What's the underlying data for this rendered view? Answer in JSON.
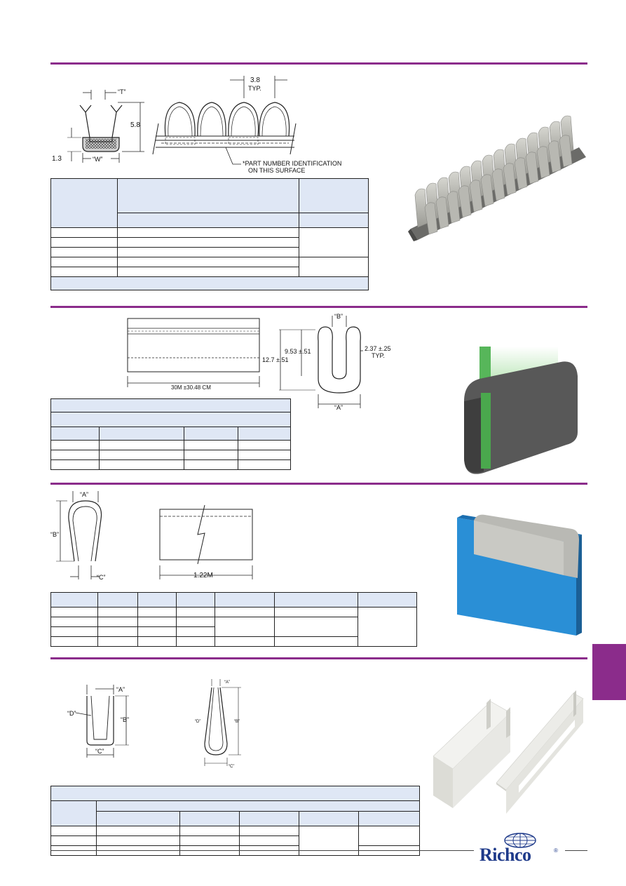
{
  "section1": {
    "dims": {
      "t": "“T”",
      "height": "5.8",
      "base": "1.3",
      "w": "“W”",
      "pitch_value": "3.8",
      "pitch_typ": "TYP.",
      "note_line1": "*PART NUMBER IDENTIFICATION",
      "note_line2": "ON THIS SURFACE"
    }
  },
  "section2": {
    "dims": {
      "b": "“B”",
      "inner_height": "9.53 ±.51",
      "outer_height": "12.7 ±.51",
      "wall": "2.37 ±.25",
      "wall_typ": "TYP.",
      "a": "“A”",
      "length": "30M ±30.48 CM"
    }
  },
  "section3": {
    "dims": {
      "a": "“A”",
      "b": "“B”",
      "c": "“C”",
      "length": "1.22M"
    }
  },
  "section4": {
    "dims": {
      "a": "“A”",
      "b": "“B”",
      "c": "“C”",
      "d": "“D”"
    }
  },
  "colors": {
    "accent": "#8b2c8b",
    "table_header": "#dfe7f5",
    "logo_blue": "#1e3a8a"
  },
  "logo": {
    "text": "Richco",
    "registered": "®"
  }
}
